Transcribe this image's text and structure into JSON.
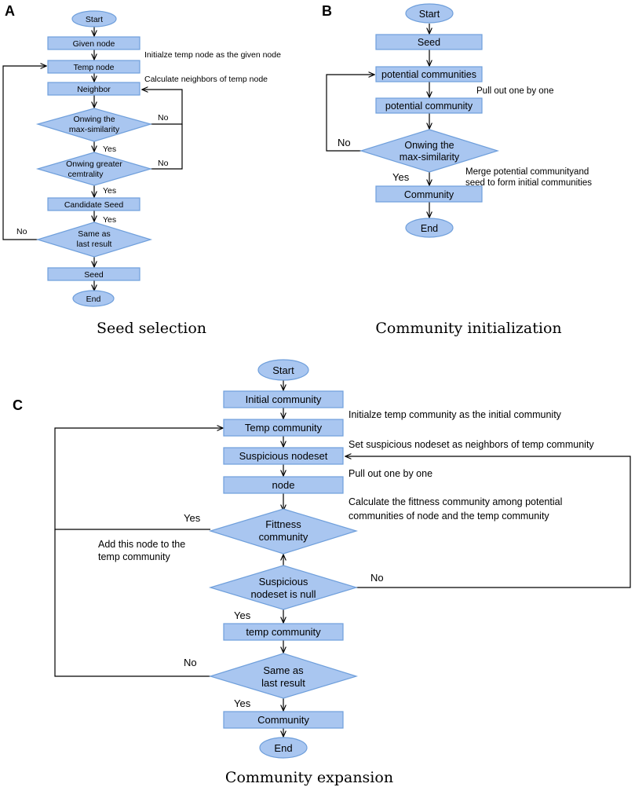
{
  "panels": {
    "a": {
      "letter": "A",
      "caption": "Seed selection",
      "nodes": {
        "start": "Start",
        "given": "Given node",
        "temp": "Temp node",
        "neighbor": "Neighbor",
        "maxsim": [
          "Onwing the",
          "max-similarity"
        ],
        "centrality": [
          "Onwing greater",
          "cemtrality"
        ],
        "candidate": "Candidate Seed",
        "same": [
          "Same as",
          "last result"
        ],
        "seed": "Seed",
        "end": "End"
      },
      "notes": {
        "init": "Initialze temp node as the given node",
        "calc": "Calculate neighbors of temp node"
      },
      "labels": {
        "no1": "No",
        "no2": "No",
        "yes1": "Yes",
        "yes2": "Yes",
        "yes3": "Yes",
        "no3": "No"
      }
    },
    "b": {
      "letter": "B",
      "caption": "Community initialization",
      "nodes": {
        "start": "Start",
        "seed": "Seed",
        "potentials": "potential communities",
        "potential": "potential community",
        "maxsim": [
          "Onwing the",
          "max-similarity"
        ],
        "community": "Community",
        "end": "End"
      },
      "notes": {
        "pull": "Pull out one by one",
        "merge": [
          "Merge potential communityand",
          "seed to form initial communities"
        ]
      },
      "labels": {
        "no": "No",
        "yes": "Yes"
      }
    },
    "c": {
      "letter": "C",
      "caption": "Community expansion",
      "nodes": {
        "start": "Start",
        "initial": "Initial community",
        "temp": "Temp community",
        "suspicious": "Suspicious nodeset",
        "node": "node",
        "fitness": [
          "Fittness",
          "community"
        ],
        "isnull": [
          "Suspicious",
          "nodeset is null"
        ],
        "temp2": "temp community",
        "same": [
          "Same as",
          "last result"
        ],
        "community": "Community",
        "end": "End"
      },
      "notes": {
        "init": "Initialze temp community as the initial community",
        "set": "Set suspicious nodeset as neighbors of temp community",
        "pull": "Pull out one by one",
        "calc": [
          "Calculate the fittness community among potential",
          "communities of node and the temp community"
        ],
        "add": [
          "Add this node to the",
          "temp community"
        ]
      },
      "labels": {
        "yes1": "Yes",
        "no1": "No",
        "yes2": "Yes",
        "no2": "No",
        "yes3": "Yes"
      }
    }
  },
  "colors": {
    "node_fill": "#a9c6f0",
    "node_stroke": "#6f9fdb",
    "edge": "#000000"
  }
}
